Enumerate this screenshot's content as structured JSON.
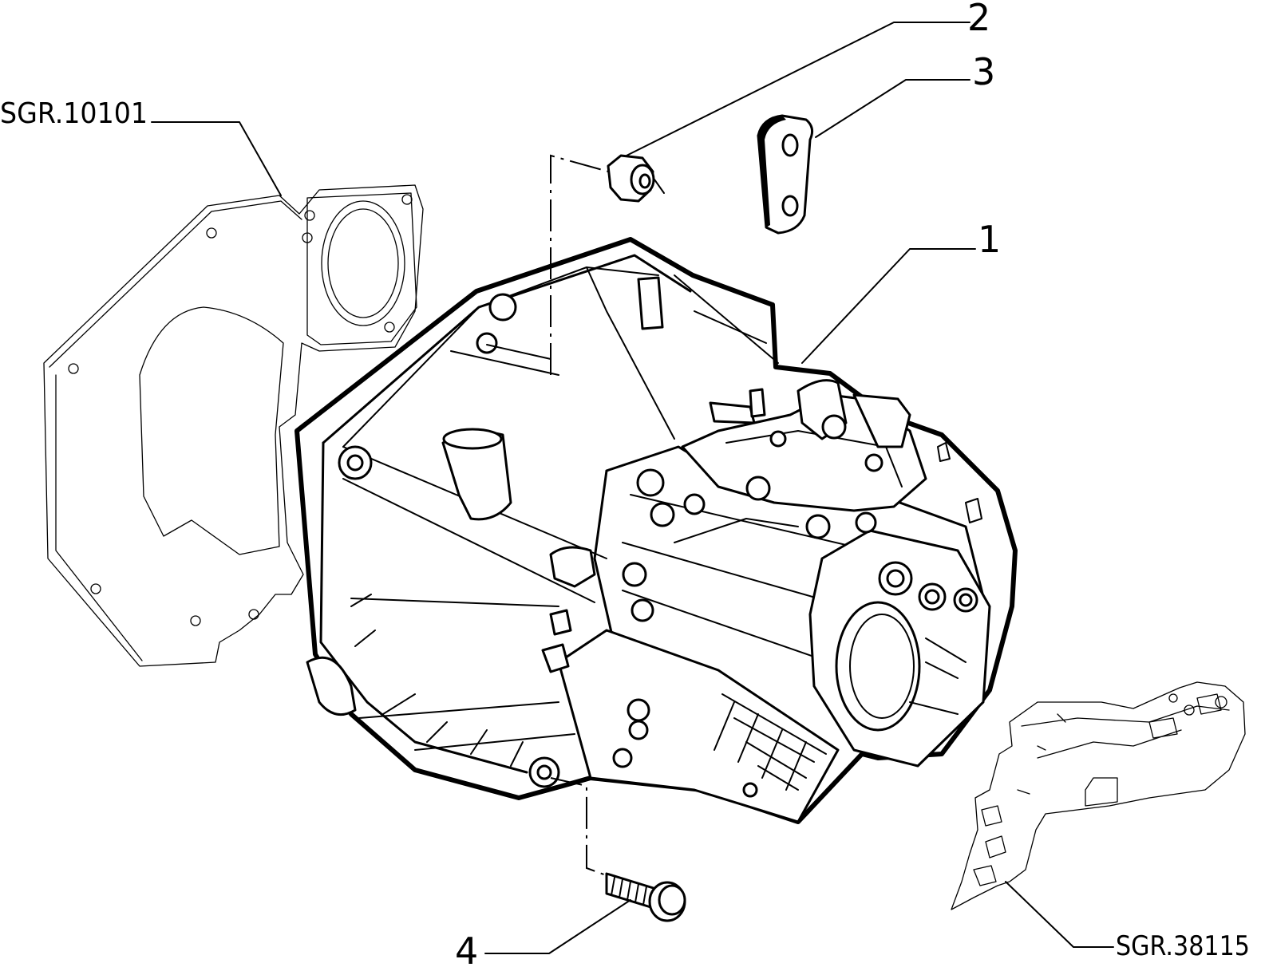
{
  "diagram": {
    "callouts": [
      {
        "id": "1",
        "text": "1"
      },
      {
        "id": "2",
        "text": "2"
      },
      {
        "id": "3",
        "text": "3"
      },
      {
        "id": "4",
        "text": "4"
      }
    ],
    "references": [
      {
        "id": "gasket-ref",
        "text": "SGR.10101"
      },
      {
        "id": "shift-ref",
        "text": "SGR.38115"
      }
    ]
  }
}
